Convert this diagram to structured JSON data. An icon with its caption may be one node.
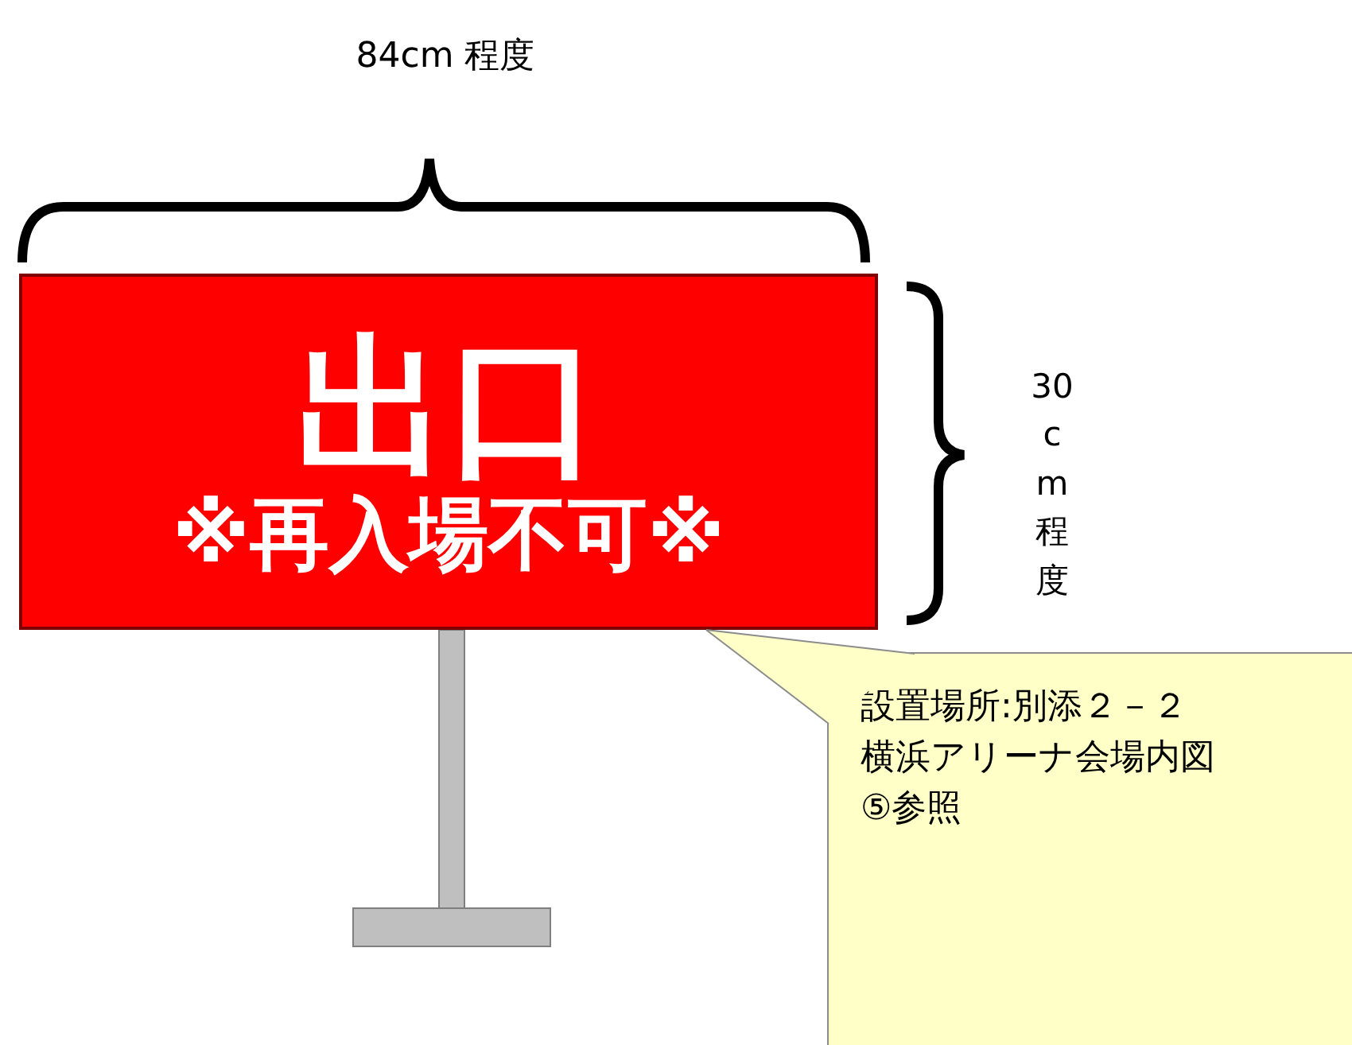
{
  "diagram": {
    "nodes": [
      {
        "text": [
          "出口",
          "※再入場不可※"
        ]
      },
      {
        "text": [
          "設置場所:別添２－２横浜アリーナ会場内図⑤参照"
        ]
      }
    ],
    "edges": [
      {
        "from": 1,
        "to": 0,
        "arrow": "none"
      }
    ],
    "labels": [
      "84cm 程度",
      "30cm程度"
    ]
  }
}
